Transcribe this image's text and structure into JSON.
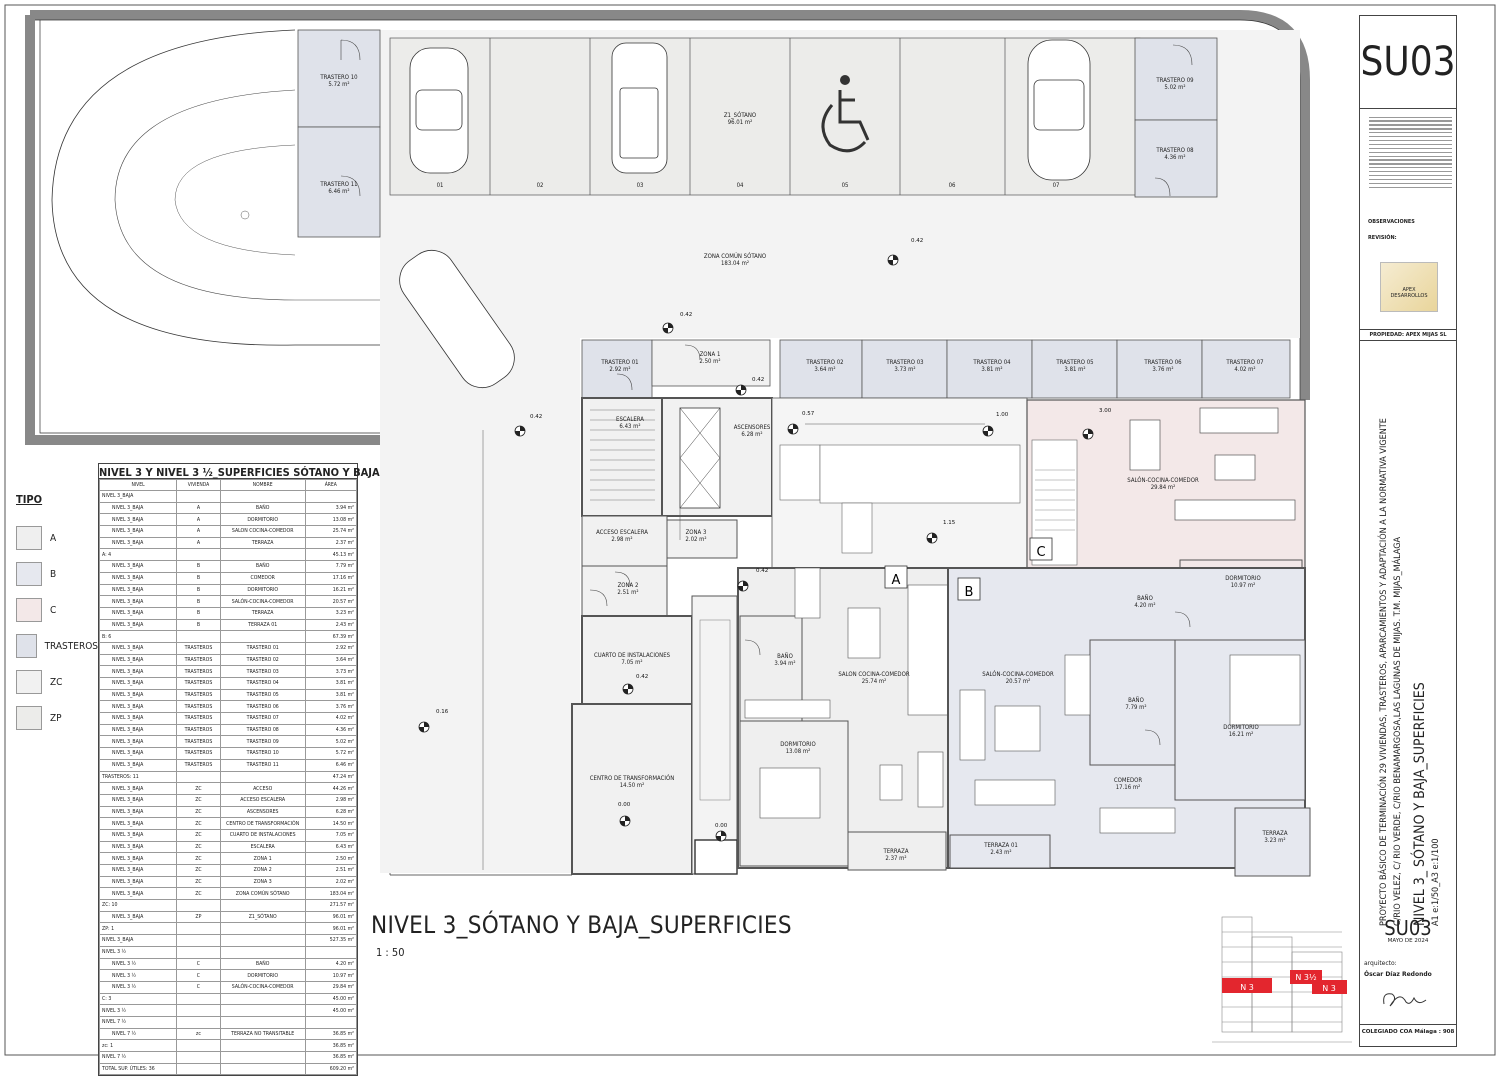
{
  "sheet": {
    "code": "SU03",
    "title": "NIVEL 3_SÓTANO Y BAJA_SUPERFICIES",
    "scale": "1 : 50",
    "observaciones_label": "OBSERVACIONES",
    "revision_label": "REVISIÓN:",
    "propiedad": "PROPIEDAD:   APEX MIJAS SL",
    "project_line1": "PROYECTO BÁSICO DE TERMINACIÓN 29 VIVIENDAS, TRASTEROS, APARCAMIENTOS Y ADAPTACIÓN A LA NORMATIVA VIGENTE",
    "project_line2": "C/RIO VELEZ, C/ RIO VERDE, C/RIO BENAMARGOSA,LAS LAGUNAS DE MIJAS. T.M. MIJAS_MÁLAGA",
    "drawing_name": "NIVEL 3_ SÓTANO Y BAJA_SUPERFICIES",
    "drawing_scale": "A1 e:1/50_A3 e:1/100",
    "code_bottom": "SU03",
    "date": "MAYO DE 2024",
    "arquitecto_label": "arquitecto:",
    "arquitecto": "Óscar Díaz Redondo",
    "colegiado": "COLEGIADO COA Málaga : 908",
    "logo_text_1": "APEX",
    "logo_text_2": "DESARROLLOS"
  },
  "legend": {
    "title": "TIPO",
    "items": [
      {
        "label": "A",
        "color": "#efefef"
      },
      {
        "label": "B",
        "color": "#e6e8ef"
      },
      {
        "label": "C",
        "color": "#f3e8e8"
      },
      {
        "label": "TRASTEROS",
        "color": "#dfe2ea"
      },
      {
        "label": "ZC",
        "color": "#f1f1f1"
      },
      {
        "label": "ZP",
        "color": "#ececea"
      }
    ]
  },
  "table": {
    "title": "NIVEL 3 Y NIVEL 3 ½_SUPERFICIES SÓTANO Y BAJA",
    "headers": [
      "NIVEL",
      "VIVIENDA",
      "NOMBRE",
      "ÁREA"
    ],
    "rows": [
      [
        "NIVEL 3_BAJA",
        "",
        "",
        ""
      ],
      [
        "NIVEL 3_BAJA",
        "A",
        "BAÑO",
        "3.94 m²"
      ],
      [
        "NIVEL 3_BAJA",
        "A",
        "DORMITORIO",
        "13.08 m²"
      ],
      [
        "NIVEL 3_BAJA",
        "A",
        "SALON COCINA-COMEDOR",
        "25.74 m²"
      ],
      [
        "NIVEL 3_BAJA",
        "A",
        "TERRAZA",
        "2.37 m²"
      ],
      [
        "A: 4",
        "",
        "",
        "45.13 m²"
      ],
      [
        "NIVEL 3_BAJA",
        "B",
        "BAÑO",
        "7.79 m²"
      ],
      [
        "NIVEL 3_BAJA",
        "B",
        "COMEDOR",
        "17.16 m²"
      ],
      [
        "NIVEL 3_BAJA",
        "B",
        "DORMITORIO",
        "16.21 m²"
      ],
      [
        "NIVEL 3_BAJA",
        "B",
        "SALÓN-COCINA-COMEDOR",
        "20.57 m²"
      ],
      [
        "NIVEL 3_BAJA",
        "B",
        "TERRAZA",
        "3.23 m²"
      ],
      [
        "NIVEL 3_BAJA",
        "B",
        "TERRAZA 01",
        "2.43 m²"
      ],
      [
        "B: 6",
        "",
        "",
        "67.39 m²"
      ],
      [
        "NIVEL 3_BAJA",
        "TRASTEROS",
        "TRASTERO 01",
        "2.92 m²"
      ],
      [
        "NIVEL 3_BAJA",
        "TRASTEROS",
        "TRASTERO 02",
        "3.64 m²"
      ],
      [
        "NIVEL 3_BAJA",
        "TRASTEROS",
        "TRASTERO 03",
        "3.73 m²"
      ],
      [
        "NIVEL 3_BAJA",
        "TRASTEROS",
        "TRASTERO 04",
        "3.81 m²"
      ],
      [
        "NIVEL 3_BAJA",
        "TRASTEROS",
        "TRASTERO 05",
        "3.81 m²"
      ],
      [
        "NIVEL 3_BAJA",
        "TRASTEROS",
        "TRASTERO 06",
        "3.76 m²"
      ],
      [
        "NIVEL 3_BAJA",
        "TRASTEROS",
        "TRASTERO 07",
        "4.02 m²"
      ],
      [
        "NIVEL 3_BAJA",
        "TRASTEROS",
        "TRASTERO 08",
        "4.36 m²"
      ],
      [
        "NIVEL 3_BAJA",
        "TRASTEROS",
        "TRASTERO 09",
        "5.02 m²"
      ],
      [
        "NIVEL 3_BAJA",
        "TRASTEROS",
        "TRASTERO 10",
        "5.72 m²"
      ],
      [
        "NIVEL 3_BAJA",
        "TRASTEROS",
        "TRASTERO 11",
        "6.46 m²"
      ],
      [
        "TRASTEROS: 11",
        "",
        "",
        "47.24 m²"
      ],
      [
        "NIVEL 3_BAJA",
        "ZC",
        "ACCESO",
        "44.26 m²"
      ],
      [
        "NIVEL 3_BAJA",
        "ZC",
        "ACCESO ESCALERA",
        "2.98 m²"
      ],
      [
        "NIVEL 3_BAJA",
        "ZC",
        "ASCENSORES",
        "6.28 m²"
      ],
      [
        "NIVEL 3_BAJA",
        "ZC",
        "CENTRO DE TRANSFORMACIÓN",
        "14.50 m²"
      ],
      [
        "NIVEL 3_BAJA",
        "ZC",
        "CUARTO DE INSTALACIONES",
        "7.05 m²"
      ],
      [
        "NIVEL 3_BAJA",
        "ZC",
        "ESCALERA",
        "6.43 m²"
      ],
      [
        "NIVEL 3_BAJA",
        "ZC",
        "ZONA 1",
        "2.50 m²"
      ],
      [
        "NIVEL 3_BAJA",
        "ZC",
        "ZONA 2",
        "2.51 m²"
      ],
      [
        "NIVEL 3_BAJA",
        "ZC",
        "ZONA 3",
        "2.02 m²"
      ],
      [
        "NIVEL 3_BAJA",
        "ZC",
        "ZONA COMÚN SÓTANO",
        "183.04 m²"
      ],
      [
        "ZC: 10",
        "",
        "",
        "271.57 m²"
      ],
      [
        "NIVEL 3_BAJA",
        "ZP",
        "Z1_SÓTANO",
        "96.01 m²"
      ],
      [
        "ZP: 1",
        "",
        "",
        "96.01 m²"
      ],
      [
        "NIVEL 3_BAJA",
        "",
        "",
        "527.35 m²"
      ],
      [
        "NIVEL 3 ½",
        "",
        "",
        ""
      ],
      [
        "NIVEL 3 ½",
        "C",
        "BAÑO",
        "4.20 m²"
      ],
      [
        "NIVEL 3 ½",
        "C",
        "DORMITORIO",
        "10.97 m²"
      ],
      [
        "NIVEL 3 ½",
        "C",
        "SALÓN-COCINA-COMEDOR",
        "29.84 m²"
      ],
      [
        "C: 3",
        "",
        "",
        "45.00 m²"
      ],
      [
        "NIVEL 3 ½",
        "",
        "",
        "45.00 m²"
      ],
      [
        "NIVEL 7 ½",
        "",
        "",
        ""
      ],
      [
        "NIVEL 7 ½",
        "zc",
        "TERRAZA NO TRANSITABLE",
        "36.85 m²"
      ],
      [
        "zc: 1",
        "",
        "",
        "36.85 m²"
      ],
      [
        "NIVEL 7 ½",
        "",
        "",
        "36.85 m²"
      ],
      [
        "TOTAL SUP. ÚTILES: 36",
        "",
        "",
        "609.20 m²"
      ]
    ]
  },
  "plan": {
    "parking_numbers": [
      "01",
      "02",
      "03",
      "04",
      "05",
      "06",
      "07"
    ],
    "units": [
      "A",
      "B",
      "C"
    ],
    "rooms": [
      {
        "id": "trastero10",
        "name": "TRASTERO 10",
        "area": "5.72 m²"
      },
      {
        "id": "trastero11",
        "name": "TRASTERO 11",
        "area": "6.46 m²"
      },
      {
        "id": "trastero09",
        "name": "TRASTERO 09",
        "area": "5.02 m²"
      },
      {
        "id": "trastero08",
        "name": "TRASTERO 08",
        "area": "4.36 m²"
      },
      {
        "id": "z1",
        "name": "Z1_SÓTANO",
        "area": "96.01 m²"
      },
      {
        "id": "zonacomun",
        "name": "ZONA COMÚN SÓTANO",
        "area": "183.04 m²"
      },
      {
        "id": "trastero01",
        "name": "TRASTERO 01",
        "area": "2.92 m²"
      },
      {
        "id": "zona1",
        "name": "ZONA 1",
        "area": "2.50 m²"
      },
      {
        "id": "trastero02",
        "name": "TRASTERO 02",
        "area": "3.64 m²"
      },
      {
        "id": "trastero03",
        "name": "TRASTERO 03",
        "area": "3.73 m²"
      },
      {
        "id": "trastero04",
        "name": "TRASTERO 04",
        "area": "3.81 m²"
      },
      {
        "id": "trastero05",
        "name": "TRASTERO 05",
        "area": "3.81 m²"
      },
      {
        "id": "trastero06",
        "name": "TRASTERO 06",
        "area": "3.76 m²"
      },
      {
        "id": "trastero07",
        "name": "TRASTERO 07",
        "area": "4.02 m²"
      },
      {
        "id": "escalera",
        "name": "ESCALERA",
        "area": "6.43 m²"
      },
      {
        "id": "ascensores",
        "name": "ASCENSORES",
        "area": "6.28 m²"
      },
      {
        "id": "accesoesc",
        "name": "ACCESO ESCALERA",
        "area": "2.98 m²"
      },
      {
        "id": "zona3",
        "name": "ZONA 3",
        "area": "2.02 m²"
      },
      {
        "id": "zona2",
        "name": "ZONA 2",
        "area": "2.51 m²"
      },
      {
        "id": "cuarto",
        "name": "CUARTO DE INSTALACIONES",
        "area": "7.05 m²"
      },
      {
        "id": "centro",
        "name": "CENTRO DE TRANSFORMACIÓN",
        "area": "14.50 m²"
      },
      {
        "id": "salonC",
        "name": "SALÓN-COCINA-COMEDOR",
        "area": "29.84 m²"
      },
      {
        "id": "banoC",
        "name": "BAÑO",
        "area": "4.20 m²"
      },
      {
        "id": "dormC",
        "name": "DORMITORIO",
        "area": "10.97 m²"
      },
      {
        "id": "banoA",
        "name": "BAÑO",
        "area": "3.94 m²"
      },
      {
        "id": "salonA",
        "name": "SALON COCINA-COMEDOR",
        "area": "25.74 m²"
      },
      {
        "id": "dormA",
        "name": "DORMITORIO",
        "area": "13.08 m²"
      },
      {
        "id": "terrazaA",
        "name": "TERRAZA",
        "area": "2.37 m²"
      },
      {
        "id": "salonB",
        "name": "SALÓN-COCINA-COMEDOR",
        "area": "20.57 m²"
      },
      {
        "id": "banoB",
        "name": "BAÑO",
        "area": "7.79 m²"
      },
      {
        "id": "dormB",
        "name": "DORMITORIO",
        "area": "16.21 m²"
      },
      {
        "id": "comedorB",
        "name": "COMEDOR",
        "area": "17.16 m²"
      },
      {
        "id": "terraza01",
        "name": "TERRAZA 01",
        "area": "2.43 m²"
      },
      {
        "id": "terrazaB",
        "name": "TERRAZA",
        "area": "3.23 m²"
      }
    ],
    "levels": [
      "0.42",
      "0.42",
      "0.42",
      "0.42",
      "0.57",
      "1.00",
      "3.00",
      "1.15",
      "0.42",
      "0.42",
      "0.16",
      "0.00",
      "0.00"
    ]
  },
  "section_labels": [
    "N 3",
    "N 3½",
    "N 3"
  ]
}
